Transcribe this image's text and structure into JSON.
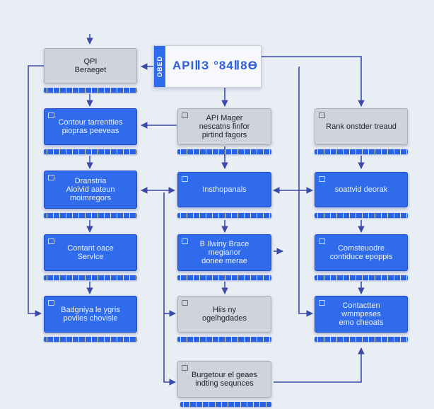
{
  "header": {
    "tab_label": "OBED",
    "title": "APIⅡЗ °84Ⅱ8Ө"
  },
  "colors": {
    "accent": "#2f6bea",
    "node_gray": "#cfd3da",
    "wire": "#3a4aa8",
    "background": "#e9edf4"
  },
  "nodes": {
    "api_request": "QPI\nBeraeget",
    "contour_properties": "Contour tarrentties\npiopras peeveas",
    "domain_network": "Dranstria\nAloivid aateun\nmoimregors",
    "content_service": "Contant oace\nServlce",
    "badge_profiles": "Badgniya le ygris\npoviles chovisle",
    "api_manager": "API Mager\nnescatns finfor\npirtind fagors",
    "routing_params": "Insthopanals",
    "process_engine": "B Ilwiny Brace\nmegianor\ndonee merae",
    "hiss_upgrades": "Hiis ny\nogelhgdades",
    "budget_queues": "Burgetour el geaes\nindting sequnces",
    "rank_trend": "Rank onstder treaud",
    "social_service": "soattvid deorak",
    "constituent_groups": "Comsteuodre\ncontiduce epoppis",
    "connection_endpoints": "Contactten\nwmmpeses\nemo cheoats"
  }
}
